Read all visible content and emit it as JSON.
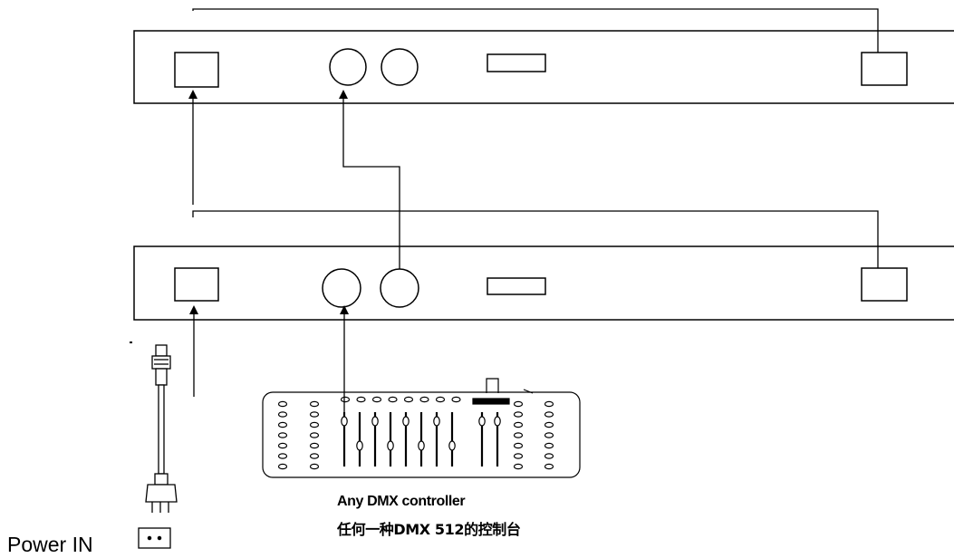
{
  "diagram": {
    "controller_label_en": "Any DMX controller",
    "controller_label_zh": "任何一种DMX 512的控制台",
    "power_label": "Power IN"
  },
  "colors": {
    "line": "#000000",
    "background": "#ffffff"
  },
  "icons": [
    "arrow-icon",
    "power-plug-icon",
    "power-socket-icon",
    "dmx-controller-icon"
  ]
}
